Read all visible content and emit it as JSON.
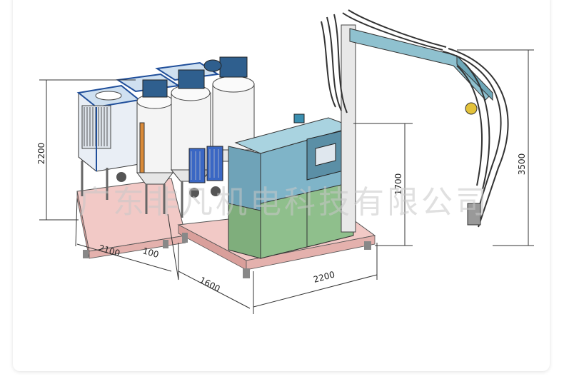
{
  "dimensions": {
    "height_tanks": "2200",
    "width_left": "2100",
    "gap": "100",
    "depth": "1600",
    "width_right": "2200",
    "height_cabinet": "1700",
    "height_total": "3500"
  },
  "watermark": "广东非凡机电科技有限公司",
  "colors": {
    "frame": "#f2c9c6",
    "panel_blue": "#7fb4c8",
    "panel_green": "#8fbf8c",
    "chiller": "#e9eef5",
    "tank": "#f4f4f4",
    "boom": "#8fc1cf"
  }
}
